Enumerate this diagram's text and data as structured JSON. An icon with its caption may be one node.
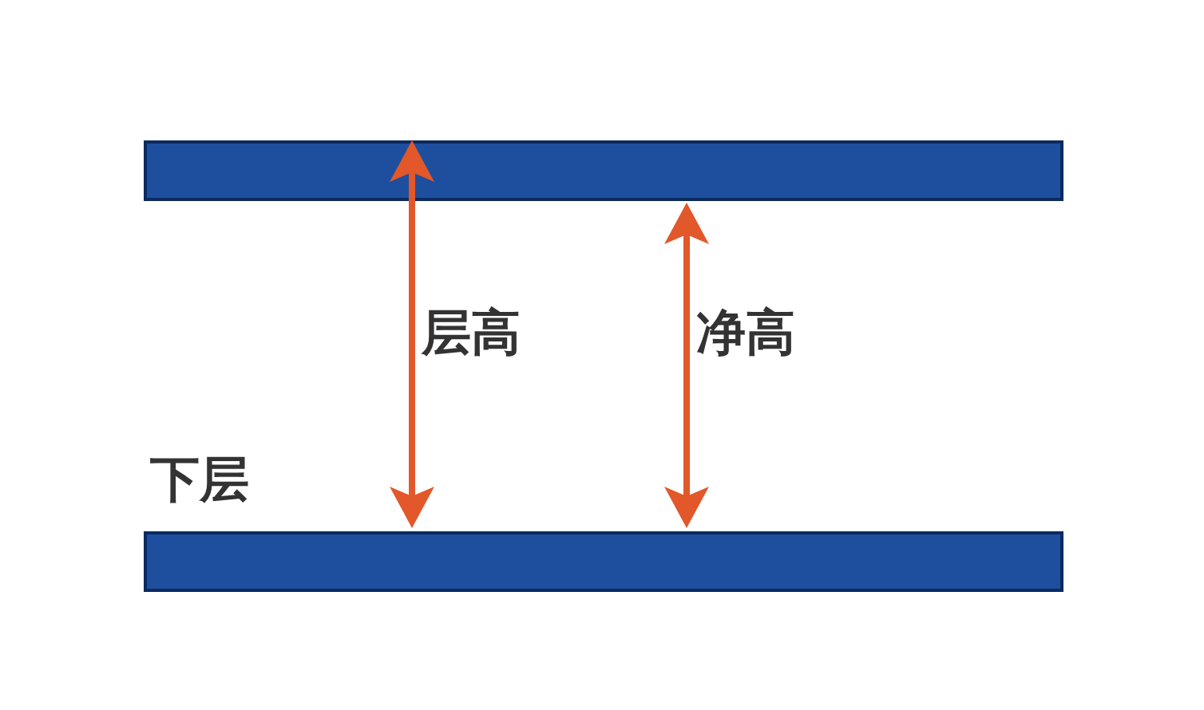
{
  "diagram": {
    "nodes": [
      {
        "text": [],
        "shape": "bar"
      },
      {
        "text": [],
        "shape": "bar",
        "beside": [
          "下层"
        ]
      }
    ],
    "labels": [
      "层高",
      "净高"
    ]
  }
}
